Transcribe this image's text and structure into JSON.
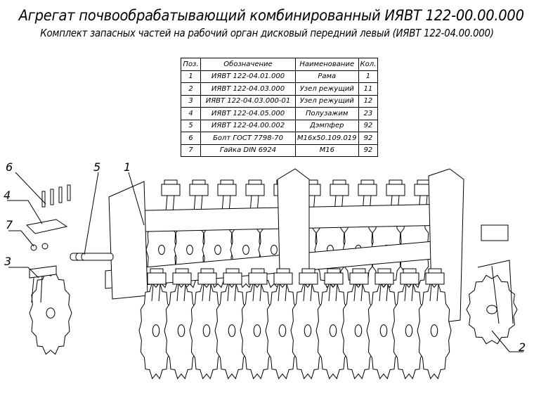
{
  "title": "Агрегат почвообрабатывающий комбинированный ИЯВТ 122-00.00.000",
  "subtitle": "Комплект запасных частей на рабочий орган дисковый передний левый (ИЯВТ 122-04.00.000)",
  "table": {
    "headers": [
      "Поз.",
      "Обозначение",
      "Наименование",
      "Кол."
    ],
    "rows": [
      [
        "1",
        "ИЯВТ 122-04.01.000",
        "Рама",
        "1"
      ],
      [
        "2",
        "ИЯВТ  122-04.03.000",
        "Узел режущий",
        "11"
      ],
      [
        "3",
        "ИЯВТ 122-04.03.000-01",
        "Узел режущий",
        "12"
      ],
      [
        "4",
        "ИЯВТ 122-04.05.000",
        "Полузажим",
        "23"
      ],
      [
        "5",
        "ИЯВТ 122-04.00.002",
        "Дэмпфер",
        "92"
      ],
      [
        "6",
        "Болт ГОСТ 7798-70",
        "М16х50.109.019",
        "92"
      ],
      [
        "7",
        "Гайка DIN 6924",
        "М16",
        "92"
      ]
    ]
  },
  "callouts": [
    "1",
    "2",
    "3",
    "4",
    "5",
    "6",
    "7"
  ]
}
